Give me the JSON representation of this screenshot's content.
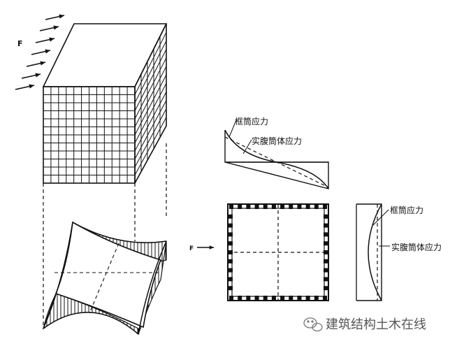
{
  "labels": {
    "force_top": "F",
    "force_bottom": "F",
    "frame_tube_stress_top": "框筒应力",
    "solid_tube_stress_top": "实腹筒体应力",
    "frame_tube_stress_side": "框筒应力",
    "solid_tube_stress_side": "实腹筒体应力"
  },
  "watermark": {
    "text": "建筑结构土木在线",
    "icon": "wechat-icon"
  },
  "colors": {
    "ink": "#111111",
    "watermark": "#555555"
  }
}
